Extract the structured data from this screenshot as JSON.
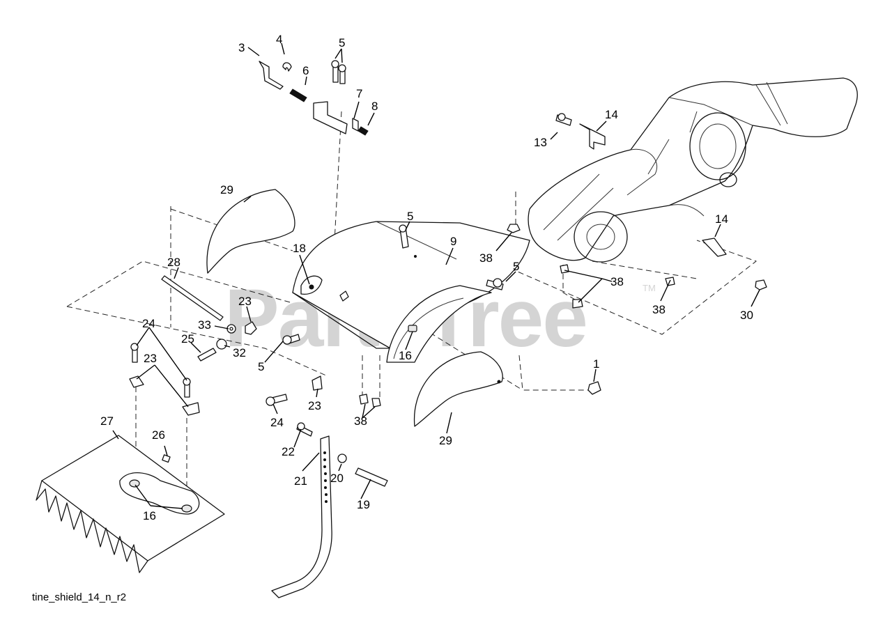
{
  "watermark": {
    "text": "PartsTree",
    "trademark": "TM"
  },
  "figure_name": "tine_shield_14_n_r2",
  "callouts": {
    "c1": "1",
    "c3": "3",
    "c4": "4",
    "c5a": "5",
    "c5b": "5",
    "c5c": "5",
    "c5d": "5",
    "c6": "6",
    "c7": "7",
    "c8": "8",
    "c9": "9",
    "c13": "13",
    "c14a": "14",
    "c14b": "14",
    "c16a": "16",
    "c16b": "16",
    "c18": "18",
    "c19": "19",
    "c20": "20",
    "c21": "21",
    "c22": "22",
    "c23a": "23",
    "c23b": "23",
    "c23c": "23",
    "c24a": "24",
    "c24b": "24",
    "c25": "25",
    "c26": "26",
    "c27": "27",
    "c28": "28",
    "c29a": "29",
    "c29b": "29",
    "c30": "30",
    "c32": "32",
    "c33": "33",
    "c38a": "38",
    "c38b": "38",
    "c38c": "38",
    "c38d": "38"
  }
}
